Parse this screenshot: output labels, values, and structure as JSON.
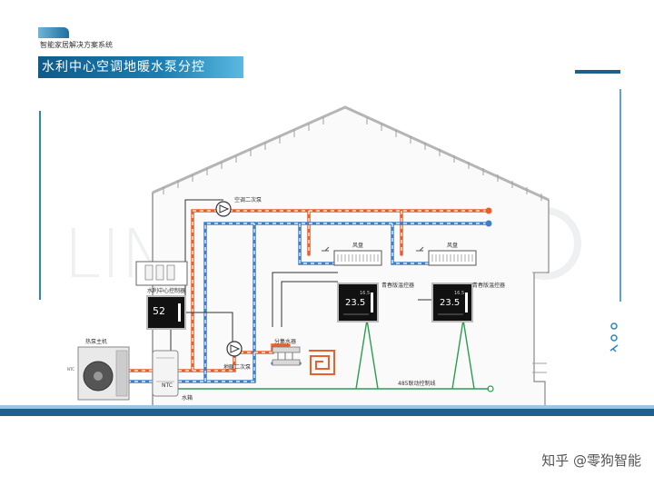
{
  "header": {
    "subtitle": "智能家居解决方案系统",
    "title": "水利中心空调地暖水泵分控"
  },
  "background_logo": "LIN",
  "labels": {
    "ac_secondary_pump": "空调二次泵",
    "floor_secondary_pump": "地暖二次泵",
    "fan_coil_left": "风盘",
    "fan_coil_right": "风盘",
    "thermostat_left": "青春版温控器",
    "thermostat_right": "青春版温控器",
    "central_controller": "水利中心控制器",
    "heat_pump": "热泵主机",
    "water_tank": "水箱",
    "ntc": "NTC",
    "manifold": "分集水器",
    "rs485": "485联动控制线",
    "heat_pump_tag": "NTC"
  },
  "displays": {
    "controller": "52",
    "thermostat_left_main": "23.5",
    "thermostat_right_main": "23.5",
    "thermostat_small": "16.5"
  },
  "colors": {
    "hot_pipe": "#e8612c",
    "cold_pipe": "#3f7fc4",
    "signal_line": "#2a9d4f",
    "accent": "#1b6fa3"
  },
  "footer": {
    "watermark": "知乎 @零狗智能"
  }
}
